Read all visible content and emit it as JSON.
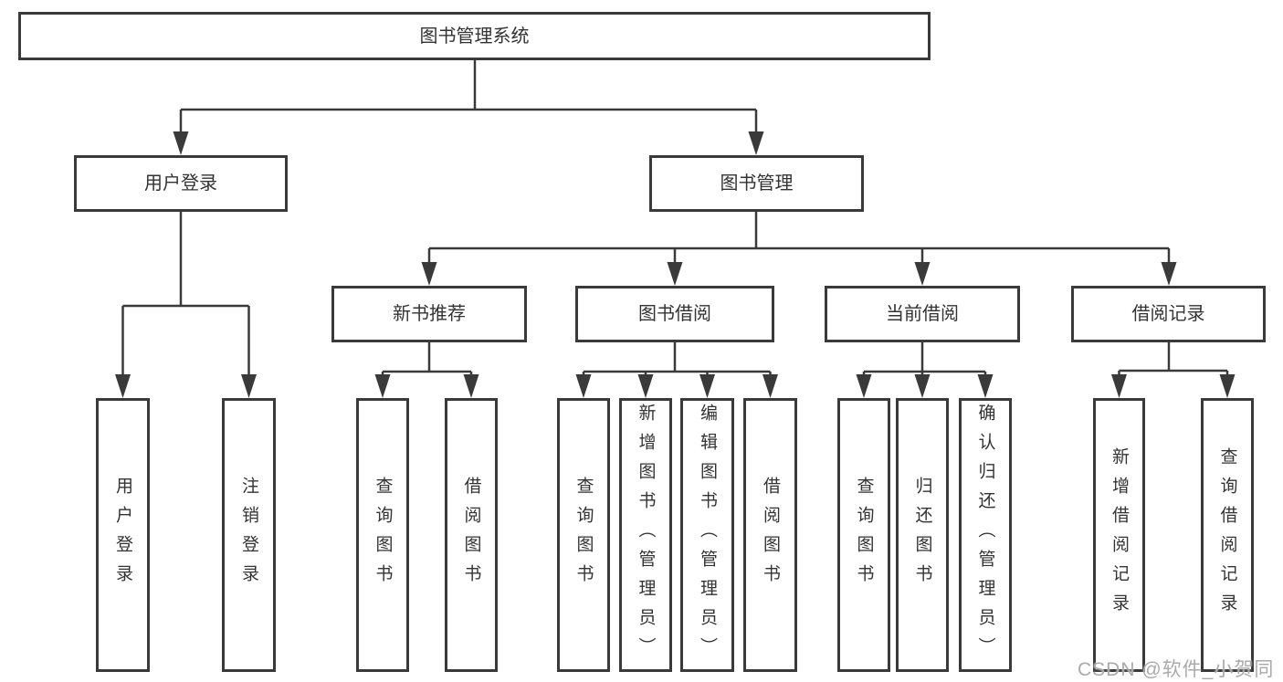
{
  "diagram": {
    "title_node": {
      "label": "图书管理系统"
    },
    "level2": [
      {
        "label": "用户登录"
      },
      {
        "label": "图书管理"
      }
    ],
    "level3": [
      {
        "label": "新书推荐",
        "parent": "图书管理"
      },
      {
        "label": "图书借阅",
        "parent": "图书管理"
      },
      {
        "label": "当前借阅",
        "parent": "图书管理"
      },
      {
        "label": "借阅记录",
        "parent": "图书管理"
      }
    ],
    "leaves": [
      {
        "label": "用户登录",
        "parent": "用户登录"
      },
      {
        "label": "注销登录",
        "parent": "用户登录"
      },
      {
        "label": "查询图书",
        "parent": "新书推荐"
      },
      {
        "label": "借阅图书",
        "parent": "新书推荐"
      },
      {
        "label": "查询图书",
        "parent": "图书借阅"
      },
      {
        "label": "新增图书（管理员）",
        "parent": "图书借阅"
      },
      {
        "label": "编辑图书（管理员）",
        "parent": "图书借阅"
      },
      {
        "label": "借阅图书",
        "parent": "图书借阅"
      },
      {
        "label": "查询图书",
        "parent": "当前借阅"
      },
      {
        "label": "归还图书",
        "parent": "当前借阅"
      },
      {
        "label": "确认归还（管理员）",
        "parent": "当前借阅"
      },
      {
        "label": "新增借阅记录",
        "parent": "借阅记录"
      },
      {
        "label": "查询借阅记录",
        "parent": "借阅记录"
      }
    ]
  },
  "watermark": {
    "text": "CSDN @软件_小贺同学"
  },
  "colors": {
    "line": "#3a3a3a",
    "text": "#333333",
    "background": "#ffffff",
    "watermark": "#aaaaaa"
  }
}
